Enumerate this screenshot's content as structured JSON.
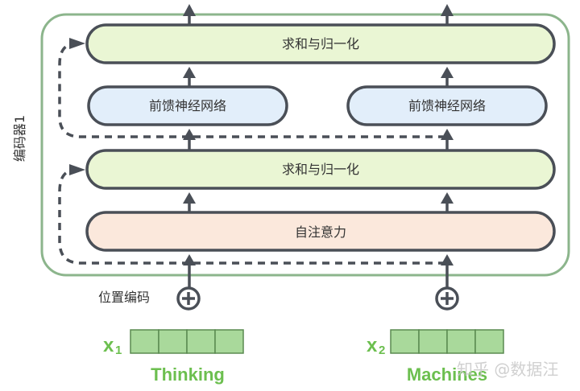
{
  "encoder": {
    "label": "编码器1",
    "border_color": "#8cb58c"
  },
  "blocks": {
    "add_norm_top": {
      "label": "求和与归一化",
      "fill": "#eaf6d4"
    },
    "ffn_left": {
      "label": "前馈神经网络",
      "fill": "#e2eefa"
    },
    "ffn_right": {
      "label": "前馈神经网络",
      "fill": "#e2eefa"
    },
    "add_norm_bottom": {
      "label": "求和与归一化",
      "fill": "#eaf6d4"
    },
    "self_attention": {
      "label": "自注意力",
      "fill": "#fbe8dc"
    }
  },
  "positional_encoding": {
    "label": "位置编码"
  },
  "inputs": [
    {
      "symbol": "x",
      "subscript": "1",
      "word": "Thinking",
      "cells": 4
    },
    {
      "symbol": "x",
      "subscript": "2",
      "word": "Machines",
      "cells": 4
    }
  ],
  "colors": {
    "stroke": "#4a4f57",
    "input_green": "#6cbf4f",
    "cell_fill": "#a9d99b",
    "cell_stroke": "#5a8a50"
  },
  "watermark": "知乎 @数据汪"
}
